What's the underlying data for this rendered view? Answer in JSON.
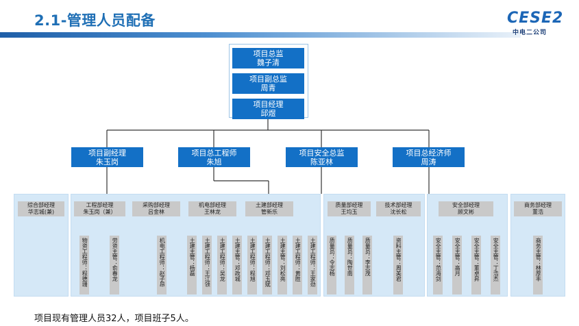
{
  "header": {
    "title": "2.1-管理人员配备",
    "logo_text": "CESE2",
    "logo_sub": "中电二公司"
  },
  "top": {
    "director": {
      "title": "项目总监",
      "name": "魏子清"
    },
    "deputy_director": {
      "title": "项目副总监",
      "name": "周青"
    },
    "manager": {
      "title": "项目经理",
      "name": "邱煜"
    }
  },
  "level2": [
    {
      "title": "项目副经理",
      "name": "朱玉岗"
    },
    {
      "title": "项目总工程师",
      "name": "朱旭"
    },
    {
      "title": "项目安全总监",
      "name": "陈亚林"
    },
    {
      "title": "项目总经济师",
      "name": "周涛"
    }
  ],
  "departments": [
    {
      "title": "综合部经理",
      "name": "华志城(兼)",
      "staff": []
    },
    {
      "title": "工程部经理",
      "name": "朱玉岗（兼）",
      "staff": [
        "物资工程师：程德珊",
        "劳资主管：俞春龙"
      ]
    },
    {
      "title": "采购部经理",
      "name": "吕金林",
      "staff": []
    },
    {
      "title": "机电部经理",
      "name": "王林龙",
      "staff": [
        "机电工程师：赵子昂"
      ]
    },
    {
      "title": "土建部经理",
      "name": "管新乐",
      "staff": [
        "土建主管：杨磊",
        "土建工程师：王江领",
        "土建工程师：吴龙",
        "土建主管：邓政城",
        "土建工程师：程旭",
        "土建工程师：邓玉斌",
        "土建主管：刘松亮",
        "土建工程师：黄胜",
        "土建工程师：王家劲"
      ]
    },
    {
      "title": "质量部经理",
      "name": "王均玉",
      "staff": [
        "质量员：令志杨",
        "质量员：陶世南",
        "质量员：李志茂"
      ]
    },
    {
      "title": "技术部经理",
      "name": "沈长松",
      "staff": [
        "资料主管：周美君"
      ]
    },
    {
      "title": "安全部经理",
      "name": "顾文彬",
      "staff": [
        "安全主管：范海剑",
        "安全主管：高月",
        "安全主管：董卓昇",
        "安全主管：丁浩杰"
      ]
    },
    {
      "title": "商务部经理",
      "name": "董浩",
      "staff": [
        "商务主管：林厚丰"
      ]
    }
  ],
  "footer": "项目现有管理人员32人，项目班子5人。"
}
